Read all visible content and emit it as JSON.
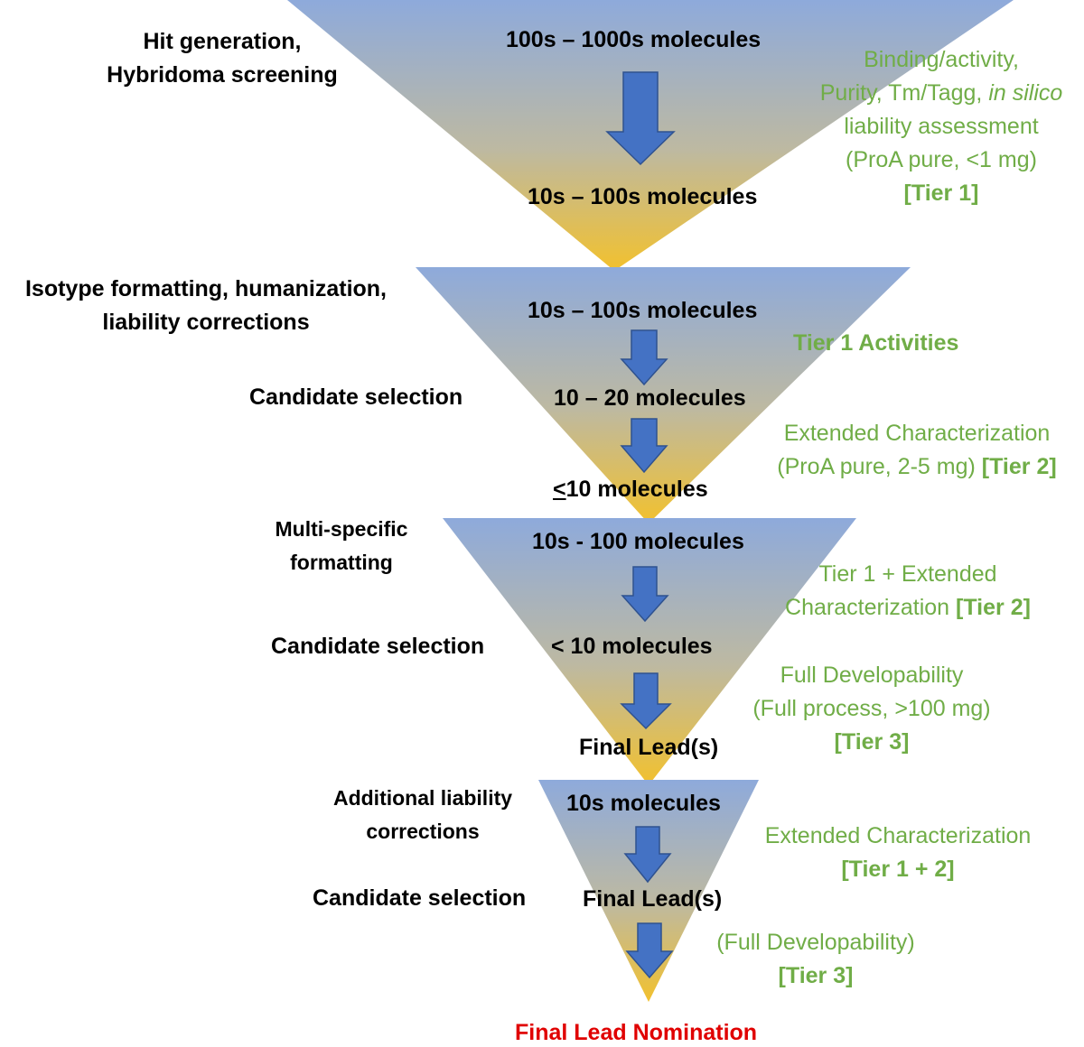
{
  "colors": {
    "funnel_top": "#8eaadb",
    "funnel_bottom": "#f2c12e",
    "arrow": "#4472c4",
    "arrow_stroke": "#2f528f",
    "annotation": "#70ad47",
    "final": "#e00000"
  },
  "stage1": {
    "left_lines": [
      "Hit generation,",
      "Hybridoma screening"
    ],
    "molecules_top": "100s – 1000s molecules",
    "molecules_bottom": "10s – 100s molecules",
    "right_lines": [
      "Binding/activity,",
      "Purity, Tm/Tagg,",
      "in silico",
      "liability assessment",
      "(ProA pure, <1 mg)",
      "[Tier 1]"
    ]
  },
  "stage2": {
    "left_lines": [
      "Isotype formatting, humanization,",
      "liability corrections"
    ],
    "candidate_label": "Candidate selection",
    "molecules_top": "10s – 100s molecules",
    "molecules_mid": "10 – 20 molecules",
    "molecules_bottom_symbol": "<",
    "molecules_bottom": "10 molecules",
    "right_activities": "Tier 1 Activities",
    "right_ext_line1": "Extended Characterization",
    "right_ext_line2": "(ProA pure, 2-5 mg)",
    "right_ext_tier": "[Tier 2]"
  },
  "stage3": {
    "left_lines": [
      "Multi-specific",
      "formatting"
    ],
    "candidate_label": "Candidate selection",
    "molecules_top": "10s - 100 molecules",
    "molecules_mid": "< 10 molecules",
    "final_lead": "Final Lead(s)",
    "right_a_line1": "Tier 1 + Extended",
    "right_a_line2": "Characterization",
    "right_a_tier": "[Tier 2]",
    "right_b_lines": [
      "Full Developability",
      "(Full process, >100 mg)",
      "[Tier 3]"
    ]
  },
  "stage4": {
    "left_lines": [
      "Additional liability",
      "corrections"
    ],
    "candidate_label": "Candidate selection",
    "molecules_top": "10s molecules",
    "final_lead": "Final Lead(s)",
    "right_a_lines": [
      "Extended Characterization",
      "[Tier 1 + 2]"
    ],
    "right_b_lines": [
      "(Full Developability)",
      "[Tier 3]"
    ]
  },
  "final_nomination": "Final Lead Nomination"
}
